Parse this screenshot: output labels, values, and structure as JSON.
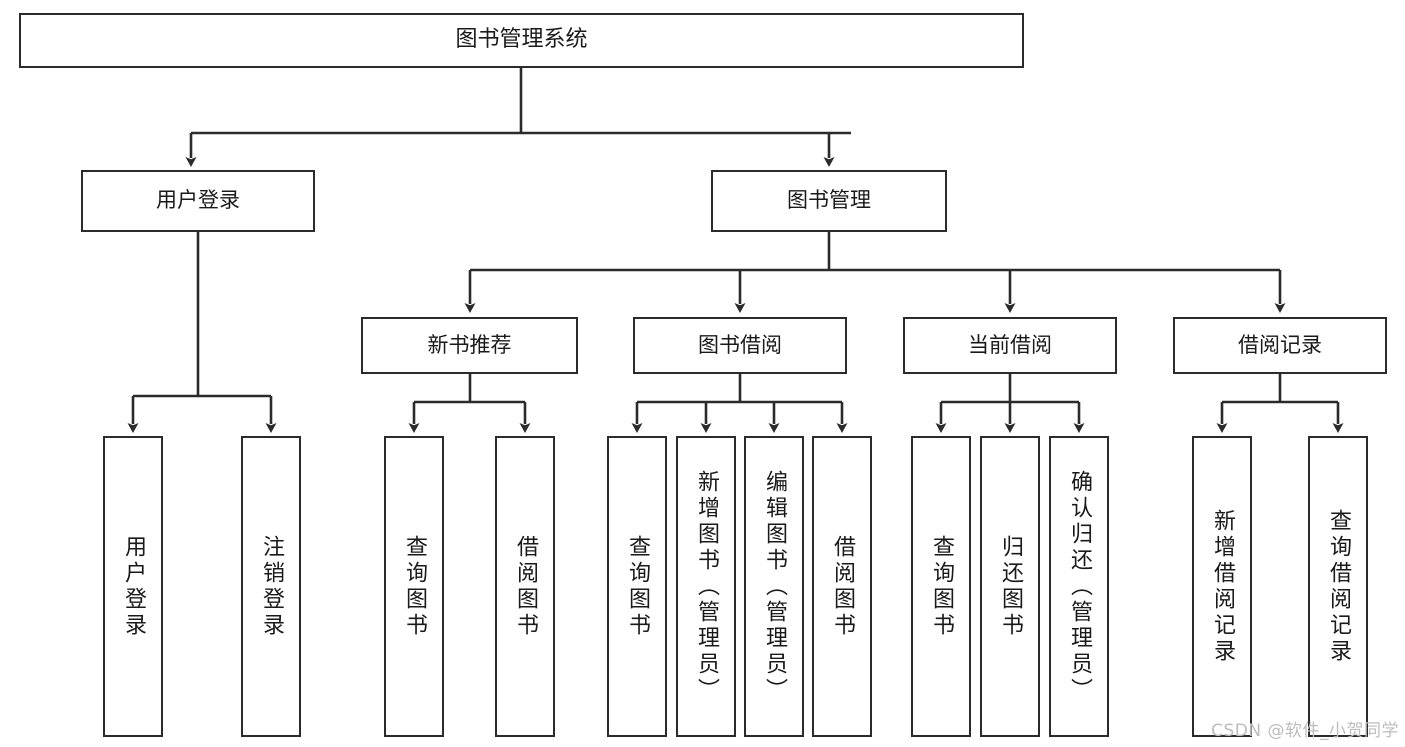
{
  "diagram": {
    "title": "图书管理系统",
    "type": "tree-hierarchy",
    "orientation": "top-down",
    "colors": {
      "node_border": "#2b2b2b",
      "node_fill": "#ffffff",
      "edge": "#2b2b2b",
      "text": "#1a1a1a",
      "watermark": "#bdbdbd",
      "background": "#ffffff"
    }
  },
  "nodes": {
    "root": {
      "label": "图书管理系统"
    },
    "level2": [
      {
        "id": "user-login",
        "label": "用户登录"
      },
      {
        "id": "book-manage",
        "label": "图书管理"
      }
    ],
    "level3": [
      {
        "id": "new-book-recommend",
        "label": "新书推荐"
      },
      {
        "id": "book-borrow",
        "label": "图书借阅"
      },
      {
        "id": "current-borrow",
        "label": "当前借阅"
      },
      {
        "id": "borrow-record",
        "label": "借阅记录"
      }
    ],
    "leaves": {
      "user_login": [
        {
          "id": "leaf-user-login",
          "label": "用户登录"
        },
        {
          "id": "leaf-logout-login",
          "label": "注销登录"
        }
      ],
      "new_book_recommend": [
        {
          "id": "leaf-query-book-1",
          "label": "查询图书"
        },
        {
          "id": "leaf-borrow-book-1",
          "label": "借阅图书"
        }
      ],
      "book_borrow": [
        {
          "id": "leaf-query-book-2",
          "label": "查询图书"
        },
        {
          "id": "leaf-add-book",
          "label": "新增图书（管理员）"
        },
        {
          "id": "leaf-edit-book",
          "label": "编辑图书（管理员）"
        },
        {
          "id": "leaf-borrow-book-2",
          "label": "借阅图书"
        }
      ],
      "current_borrow": [
        {
          "id": "leaf-query-book-3",
          "label": "查询图书"
        },
        {
          "id": "leaf-return-book",
          "label": "归还图书"
        },
        {
          "id": "leaf-confirm-return",
          "label": "确认归还（管理员）"
        }
      ],
      "borrow_record": [
        {
          "id": "leaf-add-record",
          "label": "新增借阅记录"
        },
        {
          "id": "leaf-query-record",
          "label": "查询借阅记录"
        }
      ]
    }
  },
  "watermark": {
    "text": "CSDN @软件_小贺同学"
  }
}
